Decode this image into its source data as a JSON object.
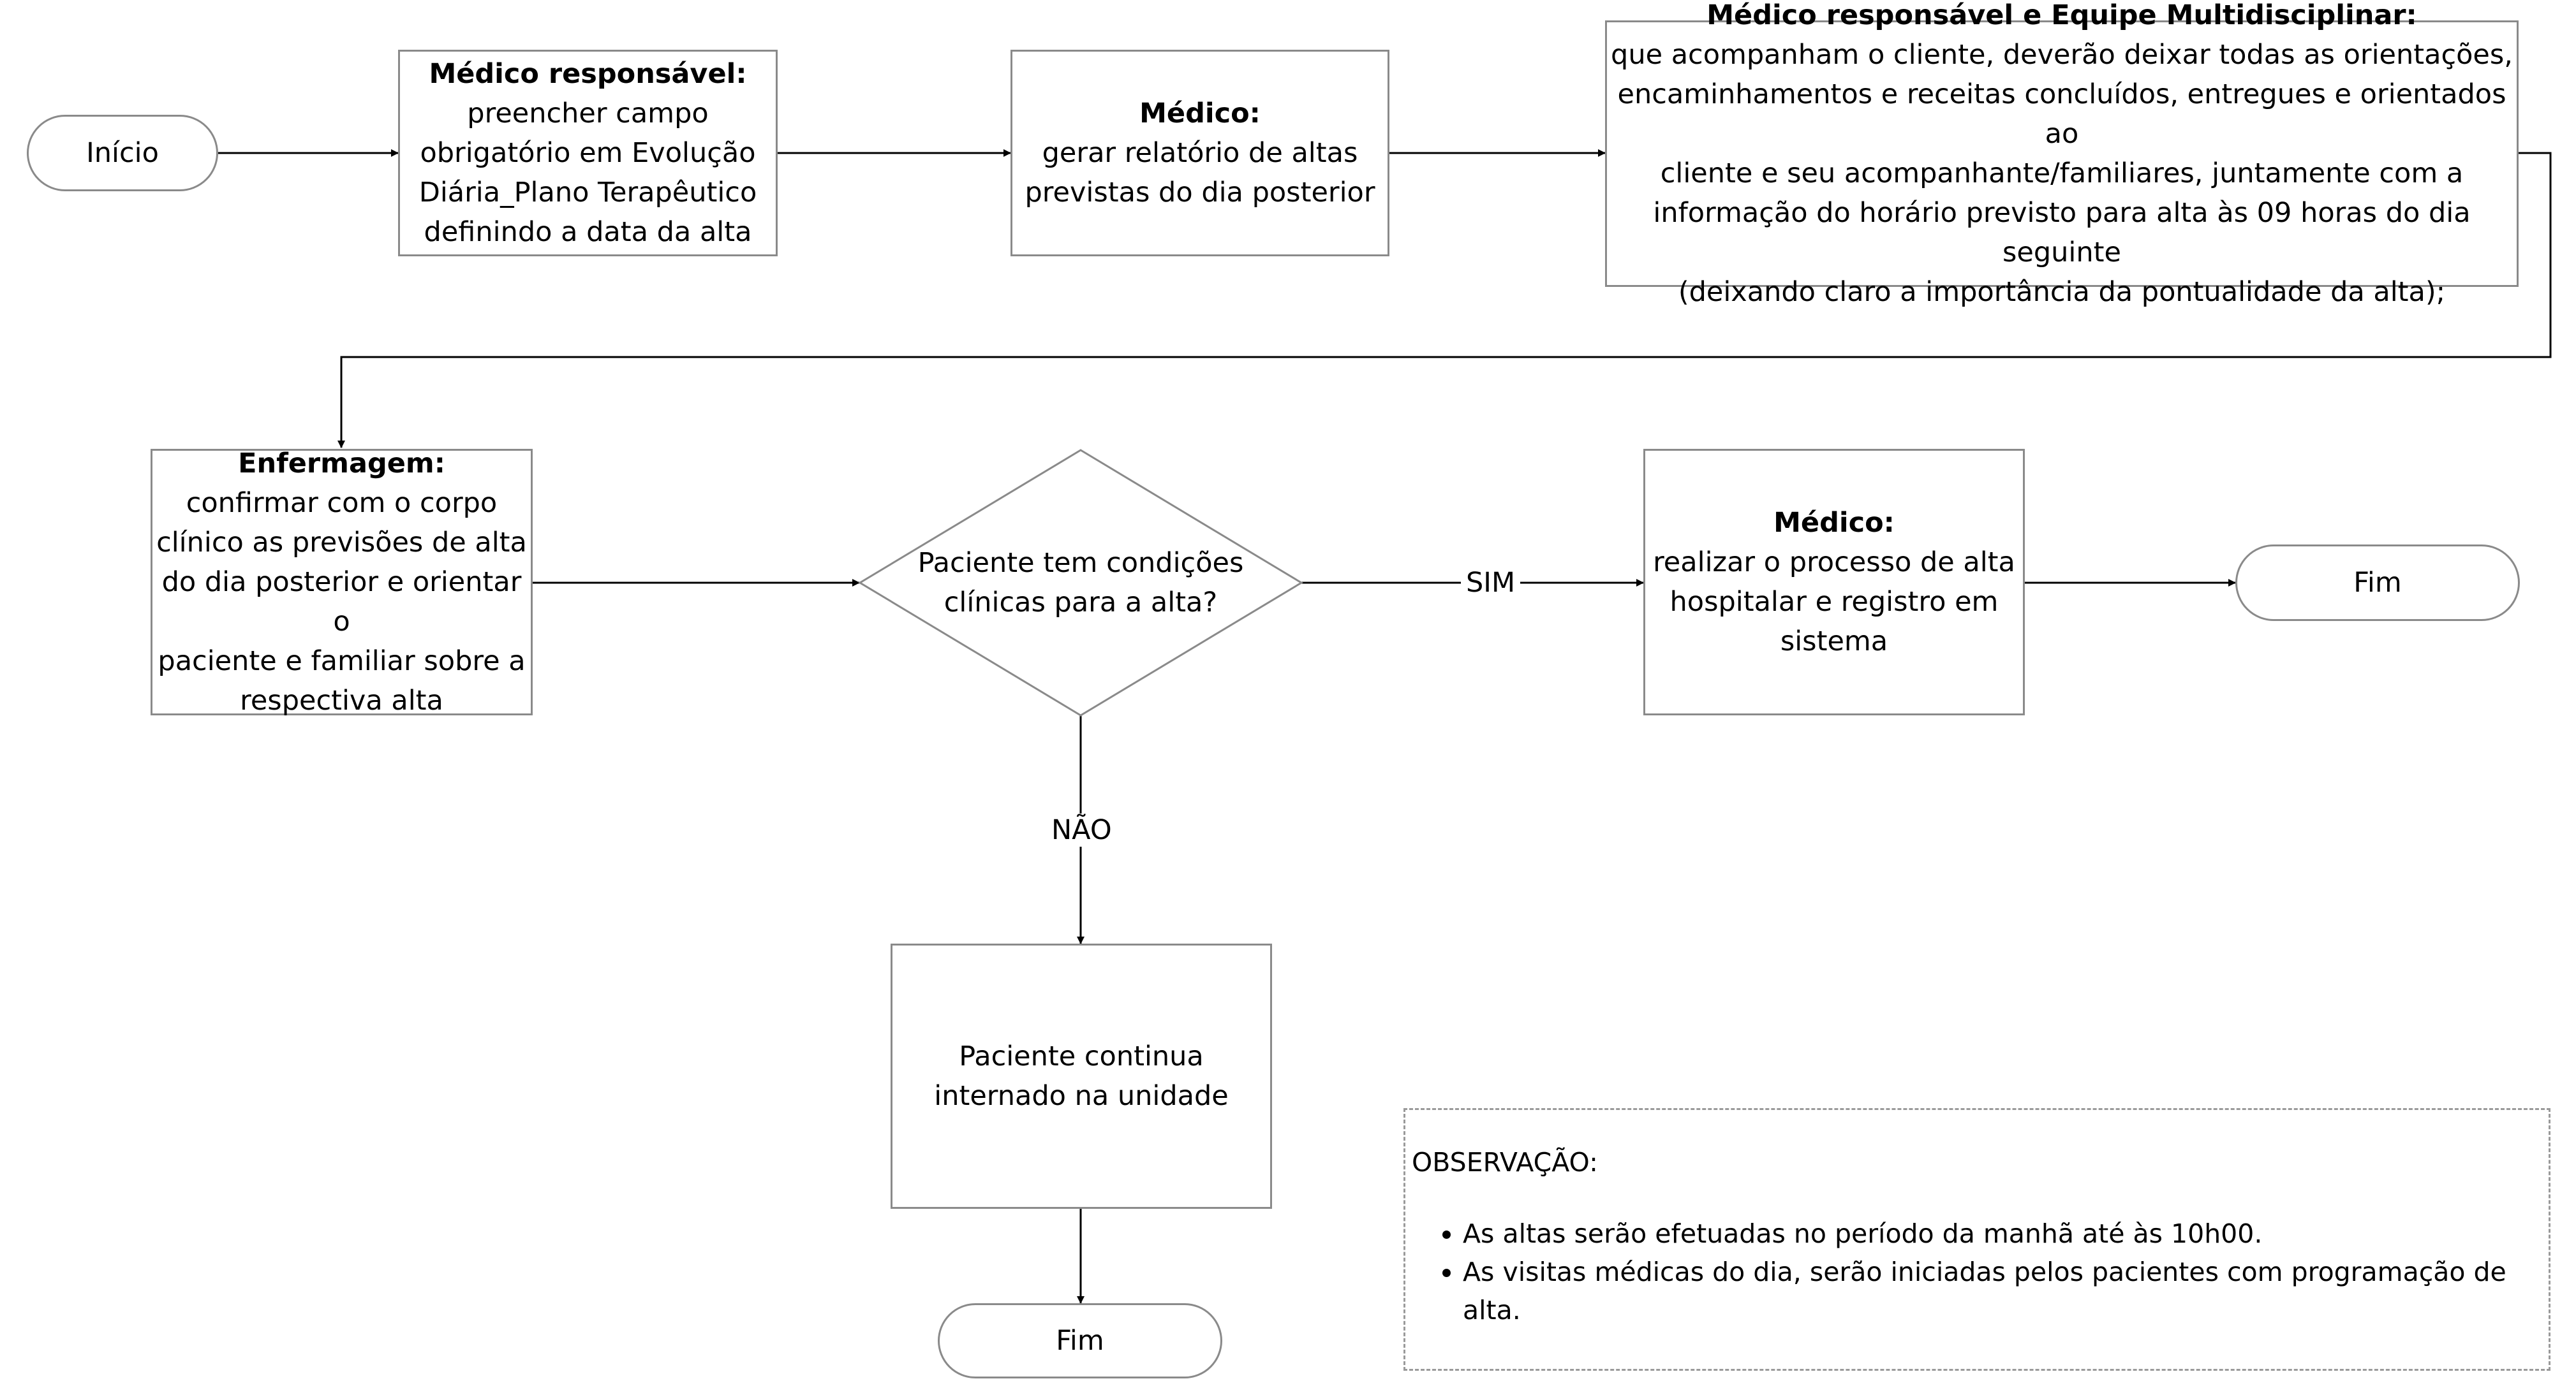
{
  "nodes": {
    "start": {
      "text": "Início"
    },
    "step1": {
      "title": "Médico responsável:",
      "body": "preencher campo\nobrigatório em Evolução\nDiária_Plano Terapêutico\ndefinindo a data da alta"
    },
    "step2": {
      "title": "Médico:",
      "body": "gerar relatório de altas\nprevistas do dia posterior"
    },
    "step3": {
      "title": "Médico responsável e Equipe Multidisciplinar:",
      "body": "que acompanham o cliente, deverão deixar todas as orientações,\nencaminhamentos e receitas concluídos, entregues e orientados ao\ncliente e seu acompanhante/familiares, juntamente com a\ninformação do horário previsto para alta às 09 horas do dia seguinte\n(deixando claro a importância da pontualidade da alta);"
    },
    "step4": {
      "title": "Enfermagem:",
      "body": "confirmar com o corpo\nclínico as previsões de alta\ndo dia posterior e orientar o\npaciente e familiar sobre a\nrespectiva alta"
    },
    "decision": {
      "text": "Paciente tem condições\nclínicas para a alta?"
    },
    "step5": {
      "title": "Médico:",
      "body": "realizar o processo de alta\nhospitalar e registro em\nsistema"
    },
    "end1": {
      "text": "Fim"
    },
    "step6": {
      "text": "Paciente continua\ninternado na unidade"
    },
    "end2": {
      "text": "Fim"
    }
  },
  "edges": {
    "yes_label": "SIM",
    "no_label": "NÃO"
  },
  "note": {
    "heading": "OBSERVAÇÃO:",
    "items": [
      "As altas serão efetuadas no período da manhã até às 10h00.",
      "As visitas médicas do dia, serão iniciadas pelos pacientes com programação de alta."
    ]
  },
  "colors": {
    "border": "#8a8a8a",
    "line": "#000000",
    "note_border": "#9a9a9a"
  }
}
